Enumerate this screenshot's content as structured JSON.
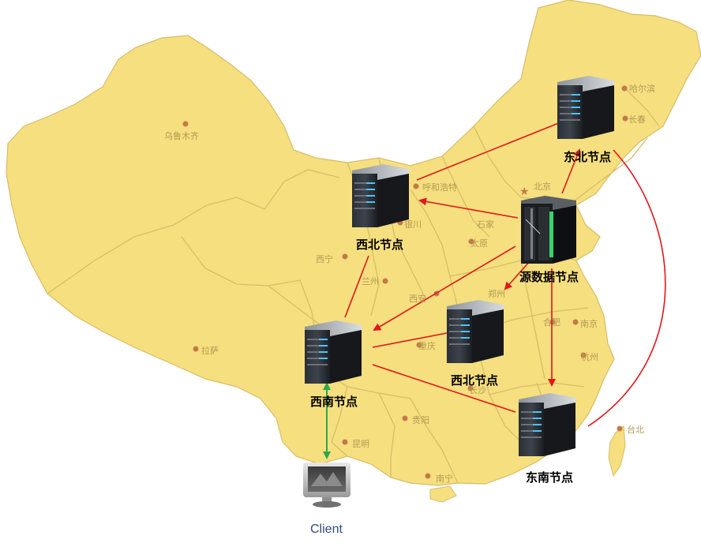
{
  "nodes": {
    "northeast": "东北节点",
    "northwest": "西北节点",
    "source": "源数据节点",
    "central": "西北节点",
    "southwest": "西南节点",
    "southeast": "东南节点",
    "client": "Client"
  },
  "cities": {
    "urumqi": "乌鲁木齐",
    "harbin": "哈尔滨",
    "changchun": "长春",
    "hohhot": "呼和浩特",
    "beijing": "北京",
    "yinchuan": "银川",
    "shijiazhuang": "石家",
    "taiyuan": "太原",
    "xining": "西宁",
    "lanzhou": "兰州",
    "xian": "西安",
    "zhengzhou": "郑州",
    "hefei": "合肥",
    "nanjing": "南京",
    "hangzhou": "杭州",
    "chongqing": "重庆",
    "changsha": "长沙",
    "lhasa": "拉萨",
    "guiyang": "贵阳",
    "kunming": "昆明",
    "nanning": "南宁",
    "taipei": "台北"
  },
  "colors": {
    "map_fill": "#f6df7e",
    "map_border": "#d7bd6a",
    "arrow_red": "#e3161c",
    "arrow_green": "#2ea84a",
    "city_text": "#b49a55",
    "client_text": "#2f4d7a"
  }
}
